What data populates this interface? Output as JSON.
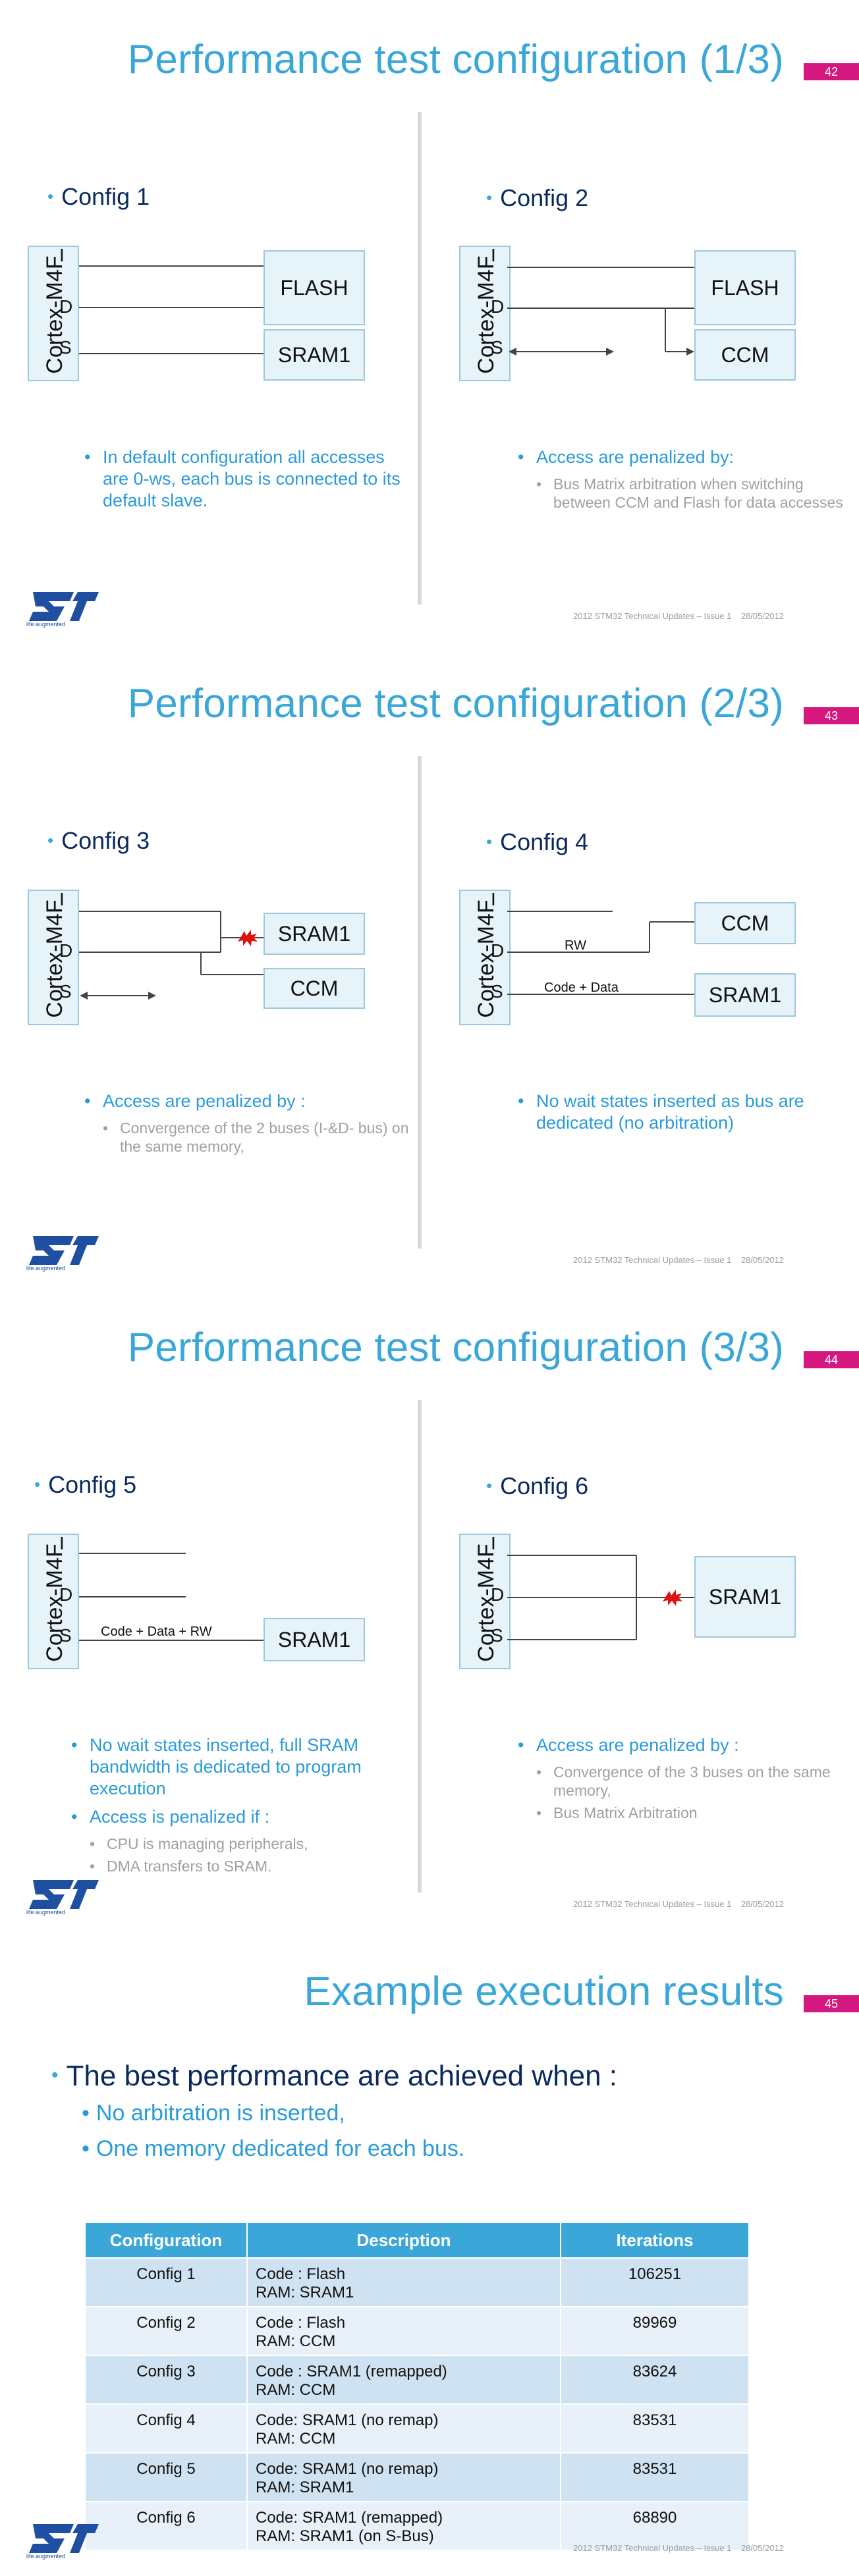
{
  "slides": [
    {
      "title": "Performance test configuration (1/3)",
      "page": "42",
      "left": {
        "config": "Config 1",
        "cpu": "Cortex-M4F",
        "ports": [
          "I",
          "D",
          "S"
        ],
        "mems": [
          "FLASH",
          "SRAM1"
        ],
        "bullets": [
          {
            "text": "In default configuration all accesses are 0-ws, each bus is connected to its default slave.",
            "subs": []
          }
        ]
      },
      "right": {
        "config": "Config 2",
        "cpu": "Cortex-M4F",
        "ports": [
          "I",
          "D",
          "S"
        ],
        "mems": [
          "FLASH",
          "CCM"
        ],
        "bullets": [
          {
            "text": "Access are penalized by:",
            "subs": [
              "Bus Matrix arbitration when switching between CCM and Flash for data accesses"
            ]
          }
        ]
      }
    },
    {
      "title": "Performance test configuration (2/3)",
      "page": "43",
      "left": {
        "config": "Config 3",
        "cpu": "Cortex-M4F",
        "ports": [
          "I",
          "D",
          "S"
        ],
        "mems": [
          "SRAM1",
          "CCM"
        ],
        "bullets": [
          {
            "text": "Access are penalized by :",
            "subs": [
              "Convergence of the 2 buses (I-&D- bus) on the same memory,"
            ]
          }
        ]
      },
      "right": {
        "config": "Config 4",
        "cpu": "Cortex-M4F",
        "ports": [
          "I",
          "D",
          "S"
        ],
        "mems": [
          "CCM",
          "SRAM1"
        ],
        "wire_labels": [
          "RW",
          "Code + Data"
        ],
        "bullets": [
          {
            "text": "No wait states inserted as bus are dedicated (no arbitration)",
            "subs": []
          }
        ]
      }
    },
    {
      "title": "Performance test configuration (3/3)",
      "page": "44",
      "left": {
        "config": "Config 5",
        "cpu": "Cortex-M4F",
        "ports": [
          "I",
          "D",
          "S"
        ],
        "mems": [
          "SRAM1"
        ],
        "wire_labels": [
          "Code + Data + RW"
        ],
        "bullets": [
          {
            "text": "No wait states inserted, full SRAM bandwidth is dedicated to program execution",
            "subs": []
          },
          {
            "text": "Access is penalized if :",
            "subs": [
              "CPU is managing peripherals,",
              "DMA transfers to SRAM."
            ]
          }
        ]
      },
      "right": {
        "config": "Config 6",
        "cpu": "Cortex-M4F",
        "ports": [
          "I",
          "D",
          "S"
        ],
        "mems": [
          "SRAM1"
        ],
        "bullets": [
          {
            "text": "Access are penalized by :",
            "subs": [
              "Convergence of the 3 buses on the same memory,",
              "Bus Matrix Arbitration"
            ]
          }
        ]
      }
    },
    {
      "title": "Example execution results",
      "page": "45",
      "main_bullet": "The best performance are achieved when :",
      "sub_bullets": [
        "No arbitration is inserted,",
        "One memory dedicated for each bus."
      ],
      "table": {
        "headers": [
          "Configuration",
          "Description",
          "Iterations"
        ],
        "rows": [
          {
            "config": "Config 1",
            "desc": "Code : Flash\nRAM: SRAM1",
            "iter": "106251"
          },
          {
            "config": "Config 2",
            "desc": "Code : Flash\nRAM: CCM",
            "iter": "89969"
          },
          {
            "config": "Config 3",
            "desc": "Code : SRAM1 (remapped)\nRAM: CCM",
            "iter": "83624"
          },
          {
            "config": "Config 4",
            "desc": "Code: SRAM1 (no remap)\nRAM: CCM",
            "iter": "83531"
          },
          {
            "config": "Config 5",
            "desc": "Code: SRAM1 (no remap)\nRAM: SRAM1",
            "iter": "83531"
          },
          {
            "config": "Config 6",
            "desc": "Code: SRAM1 (remapped)\nRAM: SRAM1 (on S-Bus)",
            "iter": "68890"
          }
        ]
      }
    }
  ],
  "footer": "2012 STM32 Technical Updates – Issue 1    28/05/2012",
  "logo": {
    "mark": "ST",
    "tagline": "life.augmented"
  },
  "colors": {
    "title": "#3aa7d8",
    "page_badge": "#d4187f",
    "bullet": "#2b9bd8",
    "sub_bullet": "#a0a0a0",
    "table_header": "#3aa7d8",
    "congestion": "#e01010"
  }
}
